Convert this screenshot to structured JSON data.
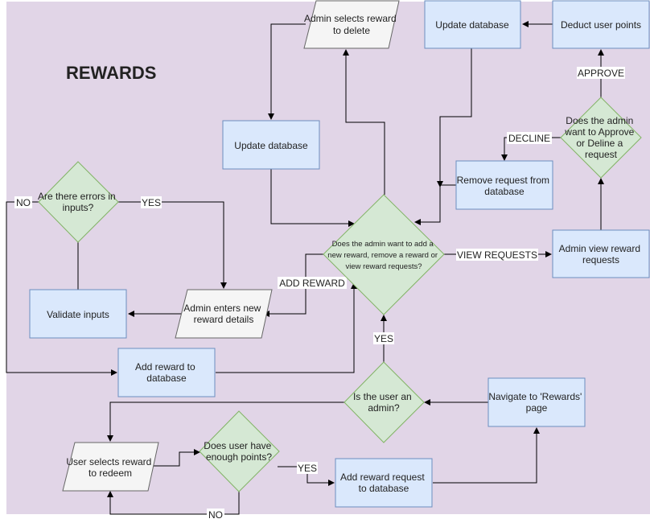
{
  "title": "REWARDS",
  "colors": {
    "background": "#e1d5e7",
    "process_fill": "#dae8fc",
    "process_stroke": "#6c8ebf",
    "decision_fill": "#d5e8d4",
    "decision_stroke": "#82b366",
    "io_fill": "#f5f5f5",
    "io_stroke": "#666666"
  },
  "nodes": {
    "admin_selects_delete": [
      "Admin selects reward",
      "to delete"
    ],
    "update_db_top": [
      "Update database"
    ],
    "deduct_points": [
      "Deduct user points"
    ],
    "update_db_mid": [
      "Update database"
    ],
    "approve_decision": [
      "Does the admin",
      "want to Approve",
      "or Deline a",
      "request"
    ],
    "remove_request": [
      "Remove request from",
      "database"
    ],
    "errors_decision": [
      "Are there errors in",
      "inputs?"
    ],
    "main_decision": [
      "Does the admin want to add a",
      "new reward, remove a reward or",
      "view reward requests?"
    ],
    "admin_view_requests": [
      "Admin view reward",
      "requests"
    ],
    "validate_inputs": [
      "Validate inputs"
    ],
    "admin_enters_details": [
      "Admin enters new",
      "reward details"
    ],
    "add_reward_db": [
      "Add reward to",
      "database"
    ],
    "is_admin_decision": [
      "Is the user an",
      "admin?"
    ],
    "navigate_rewards": [
      "Navigate to 'Rewards'",
      "page"
    ],
    "user_selects_reward": [
      "User selects reward",
      "to redeem"
    ],
    "enough_points_decision": [
      "Does user have",
      "enough points?"
    ],
    "add_request_db": [
      "Add reward request",
      "to database"
    ]
  },
  "edge_labels": {
    "approve": "APPROVE",
    "decline": "DECLINE",
    "no_errors": "NO",
    "yes_errors": "YES",
    "view_requests": "VIEW REQUESTS",
    "add_reward": "ADD REWARD",
    "yes_admin": "YES",
    "yes_points": "YES",
    "no_points": "NO"
  }
}
